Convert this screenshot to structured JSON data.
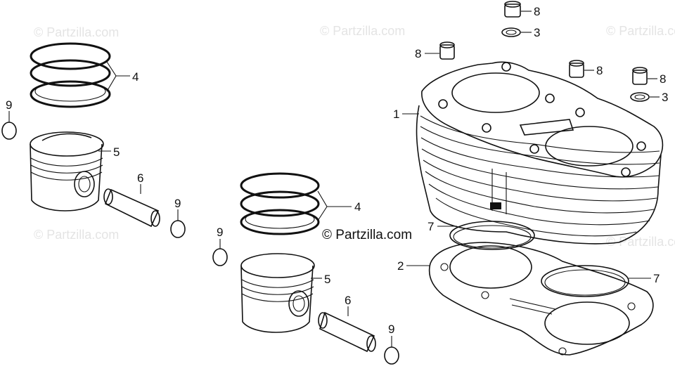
{
  "diagram": {
    "watermark_text": "© Partzilla.com",
    "brand_text": "© Partzilla.com",
    "callouts": {
      "c1": "1",
      "c2": "2",
      "c3a": "3",
      "c3b": "3",
      "c4a": "4",
      "c4b": "4",
      "c5a": "5",
      "c5b": "5",
      "c6a": "6",
      "c6b": "6",
      "c7a": "7",
      "c7b": "7",
      "c8a": "8",
      "c8b": "8",
      "c8c": "8",
      "c8d": "8",
      "c9a": "9",
      "c9b": "9",
      "c9c": "9",
      "c9d": "9"
    }
  }
}
